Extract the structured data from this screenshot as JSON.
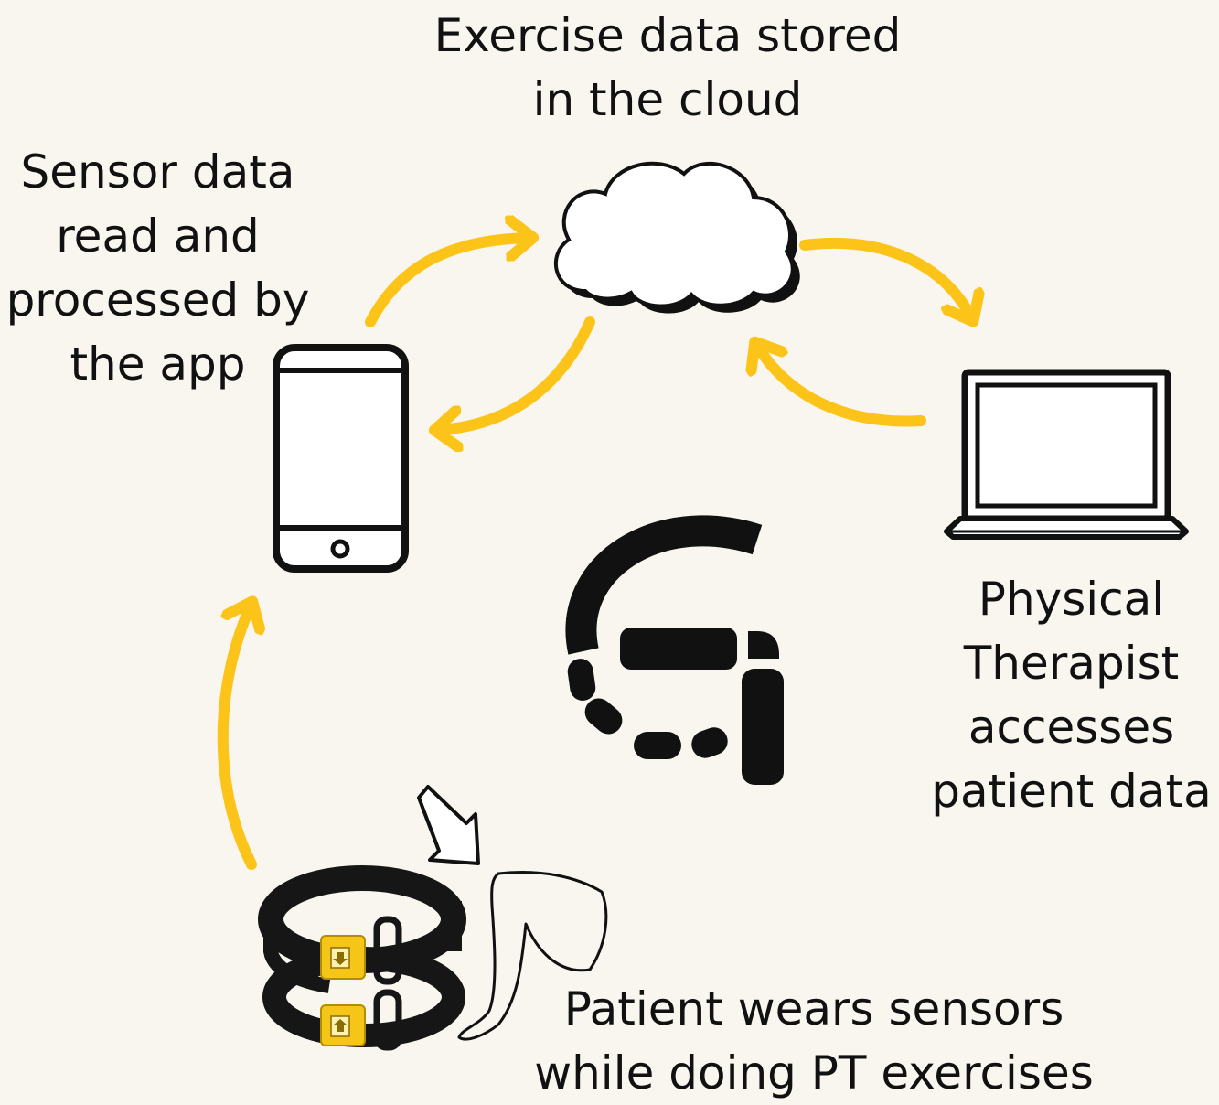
{
  "captions": {
    "cloud": [
      "Exercise data stored",
      "in the cloud"
    ],
    "app": [
      "Sensor data",
      "read and",
      "processed by",
      "the app"
    ],
    "therapist": [
      "Physical",
      "Therapist",
      "accesses",
      "patient data"
    ],
    "patient": [
      "Patient wears sensors",
      "while doing PT exercises"
    ]
  },
  "colors": {
    "background": "#f9f6ef",
    "arrow": "#fcc419",
    "ink": "#111111",
    "sensor_module": "#f5c518"
  },
  "icons": [
    "cloud-icon",
    "smartphone-icon",
    "laptop-icon",
    "sensor-bands-icon",
    "leg-icon",
    "pointer-arrow-icon",
    "brand-logo"
  ]
}
